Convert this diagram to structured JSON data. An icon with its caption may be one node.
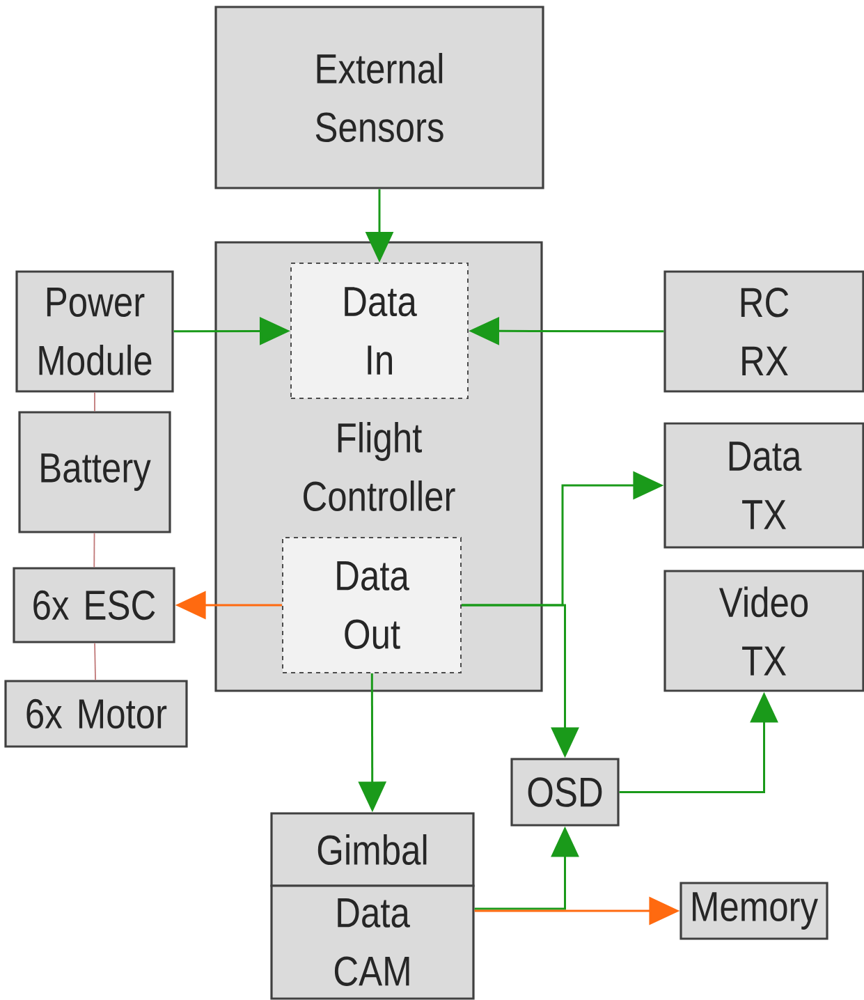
{
  "diagram": {
    "nodes": [
      {
        "text": [
          "External Sensors"
        ]
      },
      {
        "text": [
          "Flight Controller"
        ]
      },
      {
        "text": [
          "Data In"
        ],
        "in": 1
      },
      {
        "text": [
          "Data Out"
        ],
        "in": 1
      },
      {
        "text": [
          "Power Module"
        ]
      },
      {
        "text": [
          "Battery"
        ]
      },
      {
        "text": [
          "6x ESC"
        ]
      },
      {
        "text": [
          "6x Motor"
        ]
      },
      {
        "text": [
          "RC RX"
        ]
      },
      {
        "text": [
          "Data TX"
        ]
      },
      {
        "text": [
          "Video TX"
        ]
      },
      {
        "text": [
          "OSD"
        ]
      },
      {
        "text": [
          "Gimbal"
        ]
      },
      {
        "text": [
          "Data CAM"
        ]
      },
      {
        "text": [
          "Memory"
        ]
      }
    ],
    "edges": [
      {
        "from": 0,
        "to": 2,
        "arrow": "to"
      },
      {
        "from": 4,
        "to": 2,
        "arrow": "to"
      },
      {
        "from": 8,
        "to": 2,
        "arrow": "to"
      },
      {
        "from": 3,
        "to": 6,
        "arrow": "to",
        "color": "#ff6a10"
      },
      {
        "from": 3,
        "to": 9,
        "arrow": "to"
      },
      {
        "from": 3,
        "to": 11,
        "arrow": "to"
      },
      {
        "from": 3,
        "to": 12,
        "arrow": "to"
      },
      {
        "from": 11,
        "to": 10,
        "arrow": "to"
      },
      {
        "from": 13,
        "to": 11,
        "arrow": "to"
      },
      {
        "from": 13,
        "to": 14,
        "arrow": "to",
        "color": "#ff6a10"
      },
      {
        "from": 4,
        "to": 5,
        "arrow": "none",
        "color": "#c07878"
      },
      {
        "from": 5,
        "to": 6,
        "arrow": "none",
        "color": "#c07878"
      },
      {
        "from": 6,
        "to": 7,
        "arrow": "none",
        "color": "#c07878"
      }
    ]
  }
}
